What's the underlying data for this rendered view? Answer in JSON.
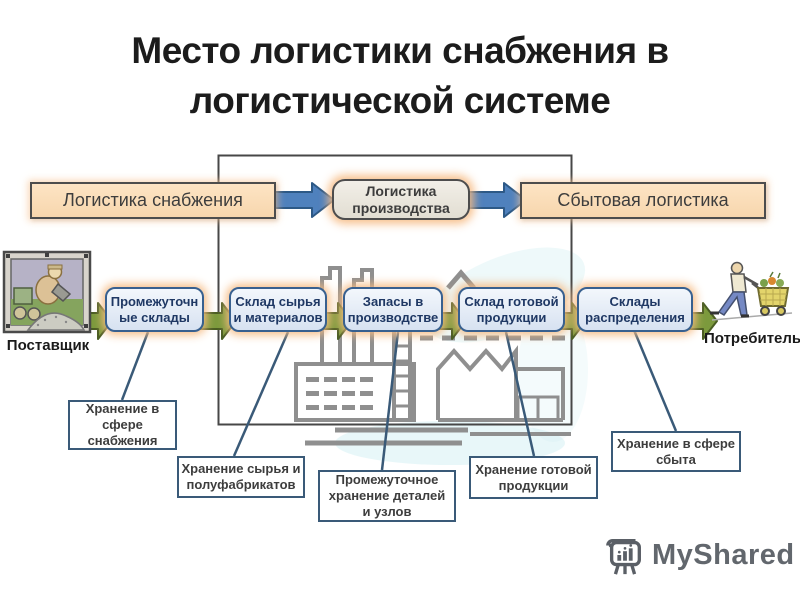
{
  "slide_title": {
    "lines": [
      "Место логистики снабжения в",
      "логистической системе"
    ]
  },
  "top_flow": {
    "supply_label": "Логистика снабжения",
    "production_lines": [
      "Логистика",
      "производства"
    ],
    "sales_label": "Сбытовая логистика"
  },
  "chain_boxes": [
    {
      "lines": [
        "Промежуточн",
        "ые склады"
      ]
    },
    {
      "lines": [
        "Склад сырья",
        "и материалов"
      ]
    },
    {
      "lines": [
        "Запасы в",
        "производстве"
      ]
    },
    {
      "lines": [
        "Склад готовой",
        "продукции"
      ]
    },
    {
      "lines": [
        "Склады",
        "распределения"
      ]
    }
  ],
  "actors": {
    "supplier_label": "Поставщик",
    "consumer_label": "Потребитель"
  },
  "callouts": [
    {
      "lines": [
        "Хранение в",
        "сфере",
        "снабжения"
      ]
    },
    {
      "lines": [
        "Хранение сырья и",
        "полуфабрикатов"
      ]
    },
    {
      "lines": [
        "Промежуточное",
        "хранение деталей",
        "и узлов"
      ]
    },
    {
      "lines": [
        "Хранение готовой",
        "продукции"
      ]
    },
    {
      "lines": [
        "Хранение в сфере",
        "сбыта"
      ]
    }
  ],
  "watermark": {
    "brand": "MyShared"
  },
  "colors": {
    "peach_box_fill": "#f9dcb6",
    "box_border_dark": "#4d4d4d",
    "blue_arrow": "#4f81bd",
    "blue_arrow_border": "#2d5986",
    "green_arrow": "#7c9a3d",
    "green_arrow_border": "#4a5d23",
    "chain_box_fill": "#dde7f3",
    "chain_box_border": "#38608f",
    "chain_text": "#1f3864",
    "callout_border": "#3a5a78",
    "factory_gray": "#8f8f8f",
    "watermark_gray": "#62676d"
  }
}
